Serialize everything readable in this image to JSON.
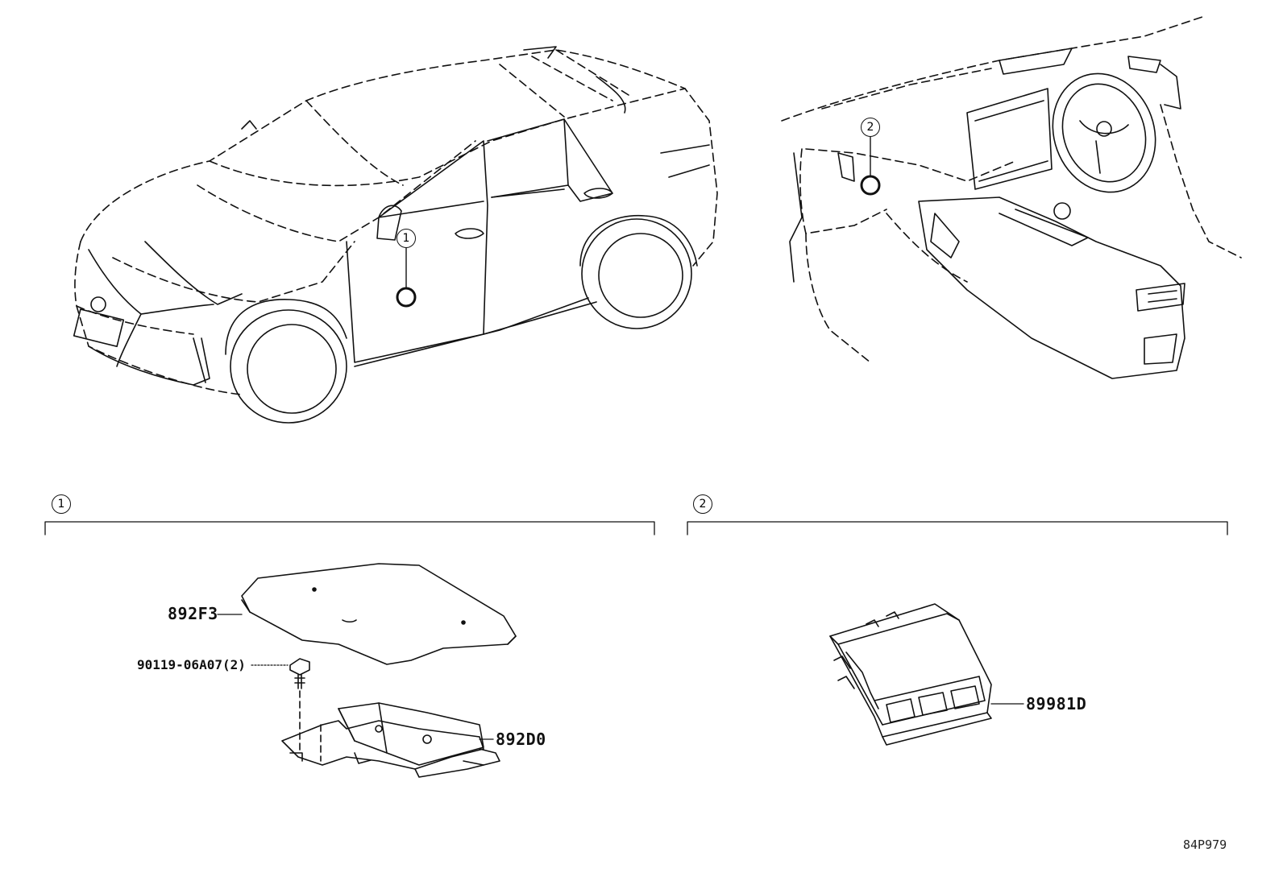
{
  "callouts": {
    "door_marker": "1",
    "dash_marker": "2"
  },
  "sections": [
    {
      "marker": "1"
    },
    {
      "marker": "2"
    }
  ],
  "parts": {
    "p892F3": "892F3",
    "bolt": "90119-06A07(2)",
    "p892D0": "892D0",
    "p89981D": "89981D"
  },
  "ref_code": "84P979"
}
